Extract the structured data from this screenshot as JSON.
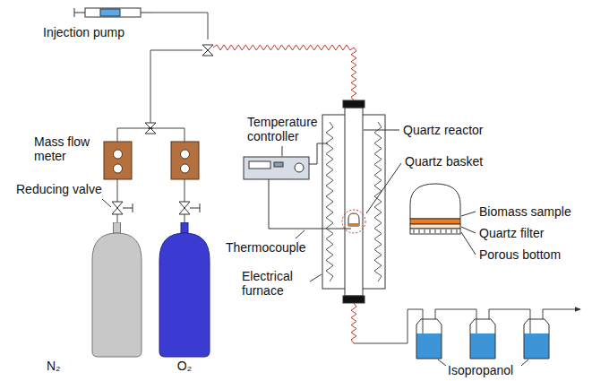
{
  "diagram": {
    "nodes": [
      {
        "text": [
          "N₂"
        ]
      },
      {
        "text": [
          "O₂"
        ]
      }
    ],
    "labels": [
      "Injection pump",
      "Mass flow meter",
      "Reducing valve",
      "Temperature controller",
      "Thermocouple",
      "Electrical furnace",
      "Quartz reactor",
      "Quartz basket",
      "Biomass sample",
      "Quartz filter",
      "Porous bottom",
      "Isopropanol"
    ]
  }
}
